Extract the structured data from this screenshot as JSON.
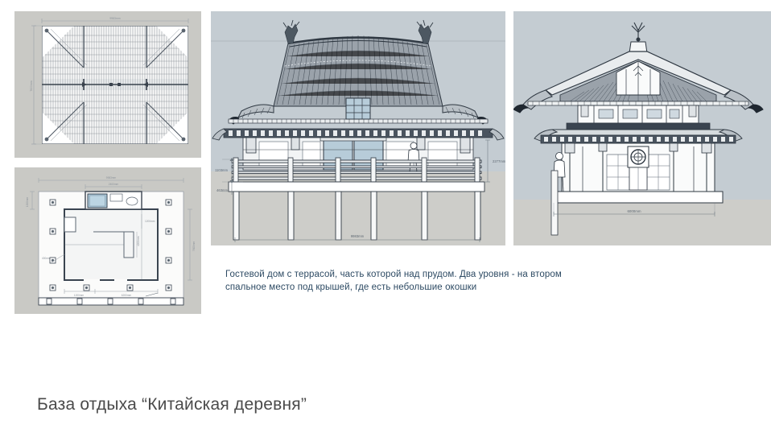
{
  "slide": {
    "title": "База отдыха “Китайская деревня”",
    "caption_line1": "Гостевой дом с террасой, часть которой над прудом. Два уровня - на втором",
    "caption_line2": "спальное место под крышей, где есть небольшие окошки",
    "background": "#ffffff"
  },
  "colors": {
    "sky": "#c4ccd2",
    "ground": "#cdcdc9",
    "plan_bg": "#c9c9c5",
    "sheet": "#fbfbfa",
    "ink": "#3a4450",
    "ink_light": "#7b8794",
    "glass": "#aec6d6",
    "caption_text": "#2d4a63",
    "title_text": "#4a4a4a"
  },
  "panels": [
    {
      "id": "roof-plan",
      "name": "roof-plan-drawing",
      "kind": "architectural-plan",
      "description": "Вид сверху на крышу — стропила веером, четырёхскатная вальмовая крыша",
      "dimensions": {
        "width_label": "9983mm",
        "height_label": "7600mm"
      }
    },
    {
      "id": "floor-plan",
      "name": "floor-plan-drawing",
      "kind": "architectural-plan",
      "description": "План первого этажа с колоннами, санузлом и перегородками",
      "dimensions": {
        "overall_width": "9983mm",
        "overall_depth": "7600mm",
        "bath_width": "2400mm",
        "room_width": "6200mm",
        "room_depth": "4200mm",
        "offset": "1200mm"
      }
    },
    {
      "id": "front-elevation",
      "name": "front-elevation-drawing",
      "kind": "architectural-elevation",
      "description": "Главный фасад: черепичная крыша с шачихоко, доугун, терраса на сваях над прудом",
      "dimensions": {
        "railing_height": "1103mm",
        "deck_height": "463mm",
        "overall_width": "9983mm",
        "right_height": "2277mm"
      }
    },
    {
      "id": "side-elevation",
      "name": "side-elevation-drawing",
      "kind": "architectural-elevation",
      "description": "Боковой фасад: двухъярусная кровля, навершие, фигура человека для масштаба",
      "dimensions": {
        "overall_width": "6000mm"
      }
    }
  ]
}
